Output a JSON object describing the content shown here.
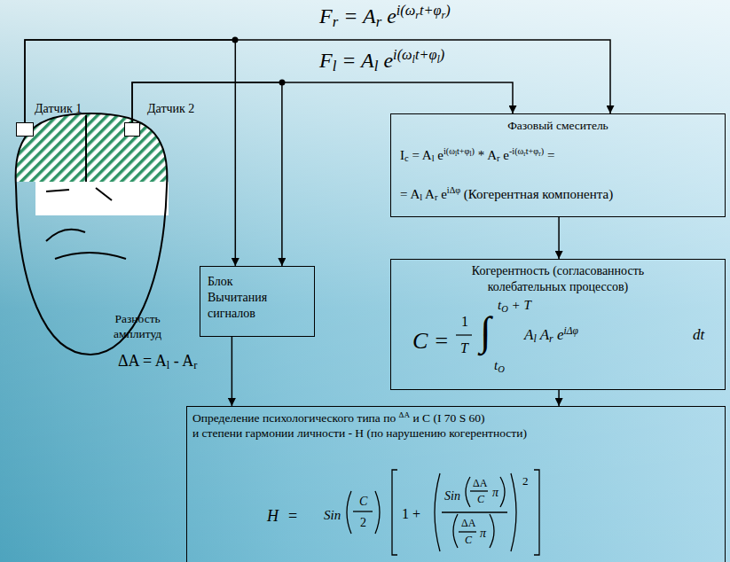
{
  "diagram": {
    "nodes": [
      {
        "text": [
          "Датчик 1"
        ]
      },
      {
        "text": [
          "Датчик 2"
        ]
      },
      {
        "text": [
          "Фазовый смеситель",
          "Ic = Al ei(ωlt+φl) * Ar e-i(ωrt+φr) =",
          "= Al Ar eiΔφ (Когерентная компонента)"
        ]
      },
      {
        "text": [
          "Когерентность (согласованность колебательных процессов)",
          "C =",
          "1",
          "T",
          "∫",
          "tO + T",
          "tO",
          "Al Ar eiΔφ",
          "dt"
        ]
      },
      {
        "text": [
          "Блок Вычитания сигналов"
        ]
      },
      {
        "text": [
          "Определение психологического типа по ΔA и C (I 70 S 60) и степени гармонии личности - H (по нарушению когерентности)",
          "H",
          "=",
          "Sin",
          "C",
          "2",
          "1 +",
          "Sin",
          "ΔA",
          "C",
          "π",
          "ΔA",
          "C",
          "π",
          "2"
        ]
      }
    ],
    "edges": [
      {
        "from": 0,
        "to": 2,
        "arrow": "to",
        "label": "Fr = Ar ei(ωrt+φr)"
      },
      {
        "from": 1,
        "to": 2,
        "arrow": "to",
        "label": "Fl = Al ei(ωlt+φl)"
      },
      {
        "from": 0,
        "to": 4,
        "arrow": "to"
      },
      {
        "from": 1,
        "to": 4,
        "arrow": "to"
      },
      {
        "from": 2,
        "to": 3,
        "arrow": "to"
      },
      {
        "from": 3,
        "to": 5,
        "arrow": "to"
      },
      {
        "from": 4,
        "to": 5,
        "arrow": "to"
      }
    ],
    "labels": [
      "Разность амплитуд",
      "ΔA = Al - Ar"
    ]
  }
}
